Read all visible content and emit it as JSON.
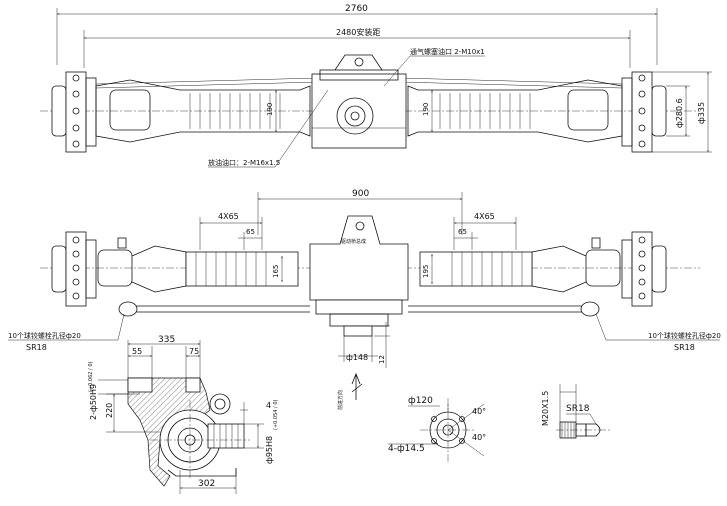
{
  "top_view": {
    "overall_length": "2760",
    "mount_distance": "2480安装距",
    "vent_label": "通气螺塞油口 2-M10x1",
    "drain_label": "放油油口：2-M16x1.5",
    "height_left": "190",
    "height_right": "190",
    "flange_dia_inner": "ф280.6",
    "flange_dia_outer": "ф335"
  },
  "front_view": {
    "center_distance": "900",
    "bolt_spacing_left": "4X65",
    "bolt_spacing_right": "4X65",
    "pitch_left": "65",
    "pitch_right": "65",
    "tube_left": "165",
    "tube_right": "195",
    "housing_label": "驱动桥总成",
    "side_note_left": "10个球铰螺栓孔径ф20",
    "side_note_left_sr": "SR18",
    "side_note_right": "10个球铰螺栓孔径ф20",
    "side_note_right_sr": "SR18",
    "pinion_dia": "ф148",
    "pinion_len": "12"
  },
  "side_view": {
    "total_width": "335",
    "seg_left": "55",
    "seg_right": "75",
    "bore_label": "2-ф50H9",
    "bore_tol": "(+0.062 / 0)",
    "height": "220",
    "offset": "4",
    "shaft_label": "ф95H8",
    "shaft_tol": "(+0.054 / 0)",
    "bottom_width": "302"
  },
  "direction_label": "前进方向",
  "flange_detail": {
    "pcd": "ф120",
    "holes": "4-ф14.5",
    "angle_top": "40°",
    "angle_bottom": "40°"
  },
  "ball_detail": {
    "thread": "M20X1.5",
    "radius": "SR18"
  }
}
